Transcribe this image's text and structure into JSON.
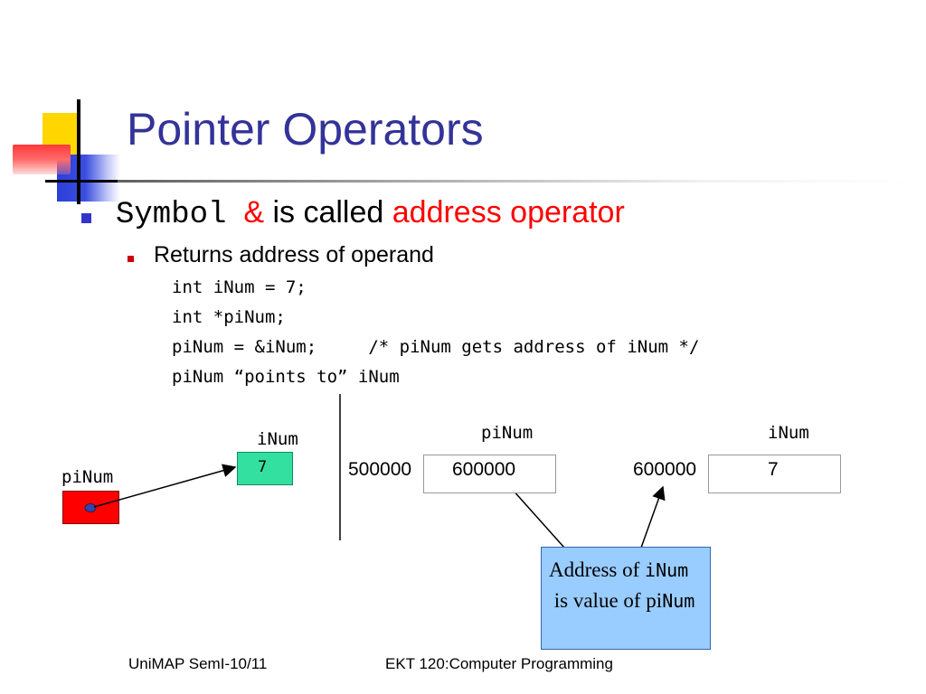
{
  "slide": {
    "title": "Pointer Operators",
    "bullet1": {
      "symbol_word": "Symbol",
      "ampersand": "&",
      "mid_text": " is called ",
      "highlight": "address operator"
    },
    "bullet2": "Returns address of operand",
    "code_lines": [
      "int iNum = 7;",
      "int *piNum;",
      "piNum = &iNum;     /* piNum gets address of iNum */",
      "piNum “points to” iNum"
    ]
  },
  "diagram_left": {
    "pointer_label": "piNum",
    "target_label": "iNum",
    "target_value": "7",
    "colors": {
      "pointer_box": "#ff0000",
      "target_box": "#33e0a0",
      "dot": "#3344aa"
    }
  },
  "diagram_right": {
    "pointer_name": "piNum",
    "pointer_address": "500000",
    "pointer_value": "600000",
    "target_name": "iNum",
    "target_address": "600000",
    "target_value": "7"
  },
  "callout": {
    "part1": "Address of ",
    "var1": "iNum",
    "part2": " is value of pi",
    "var2": "Num"
  },
  "footer": {
    "left": "UniMAP SemI-10/11",
    "center": "EKT 120:Computer Programming"
  }
}
